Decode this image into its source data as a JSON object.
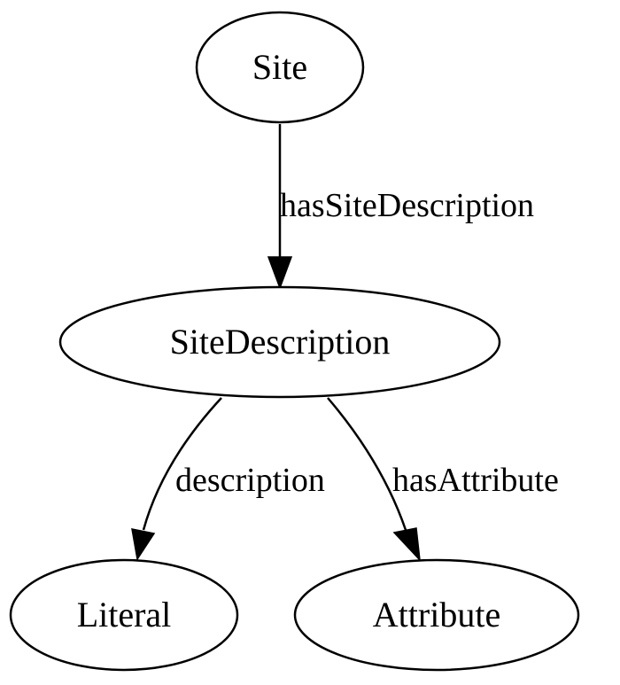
{
  "diagram": {
    "nodes": {
      "site": "Site",
      "site_description": "SiteDescription",
      "literal": "Literal",
      "attribute": "Attribute"
    },
    "edges": {
      "has_site_description": "hasSiteDescription",
      "description": "description",
      "has_attribute": "hasAttribute"
    }
  }
}
